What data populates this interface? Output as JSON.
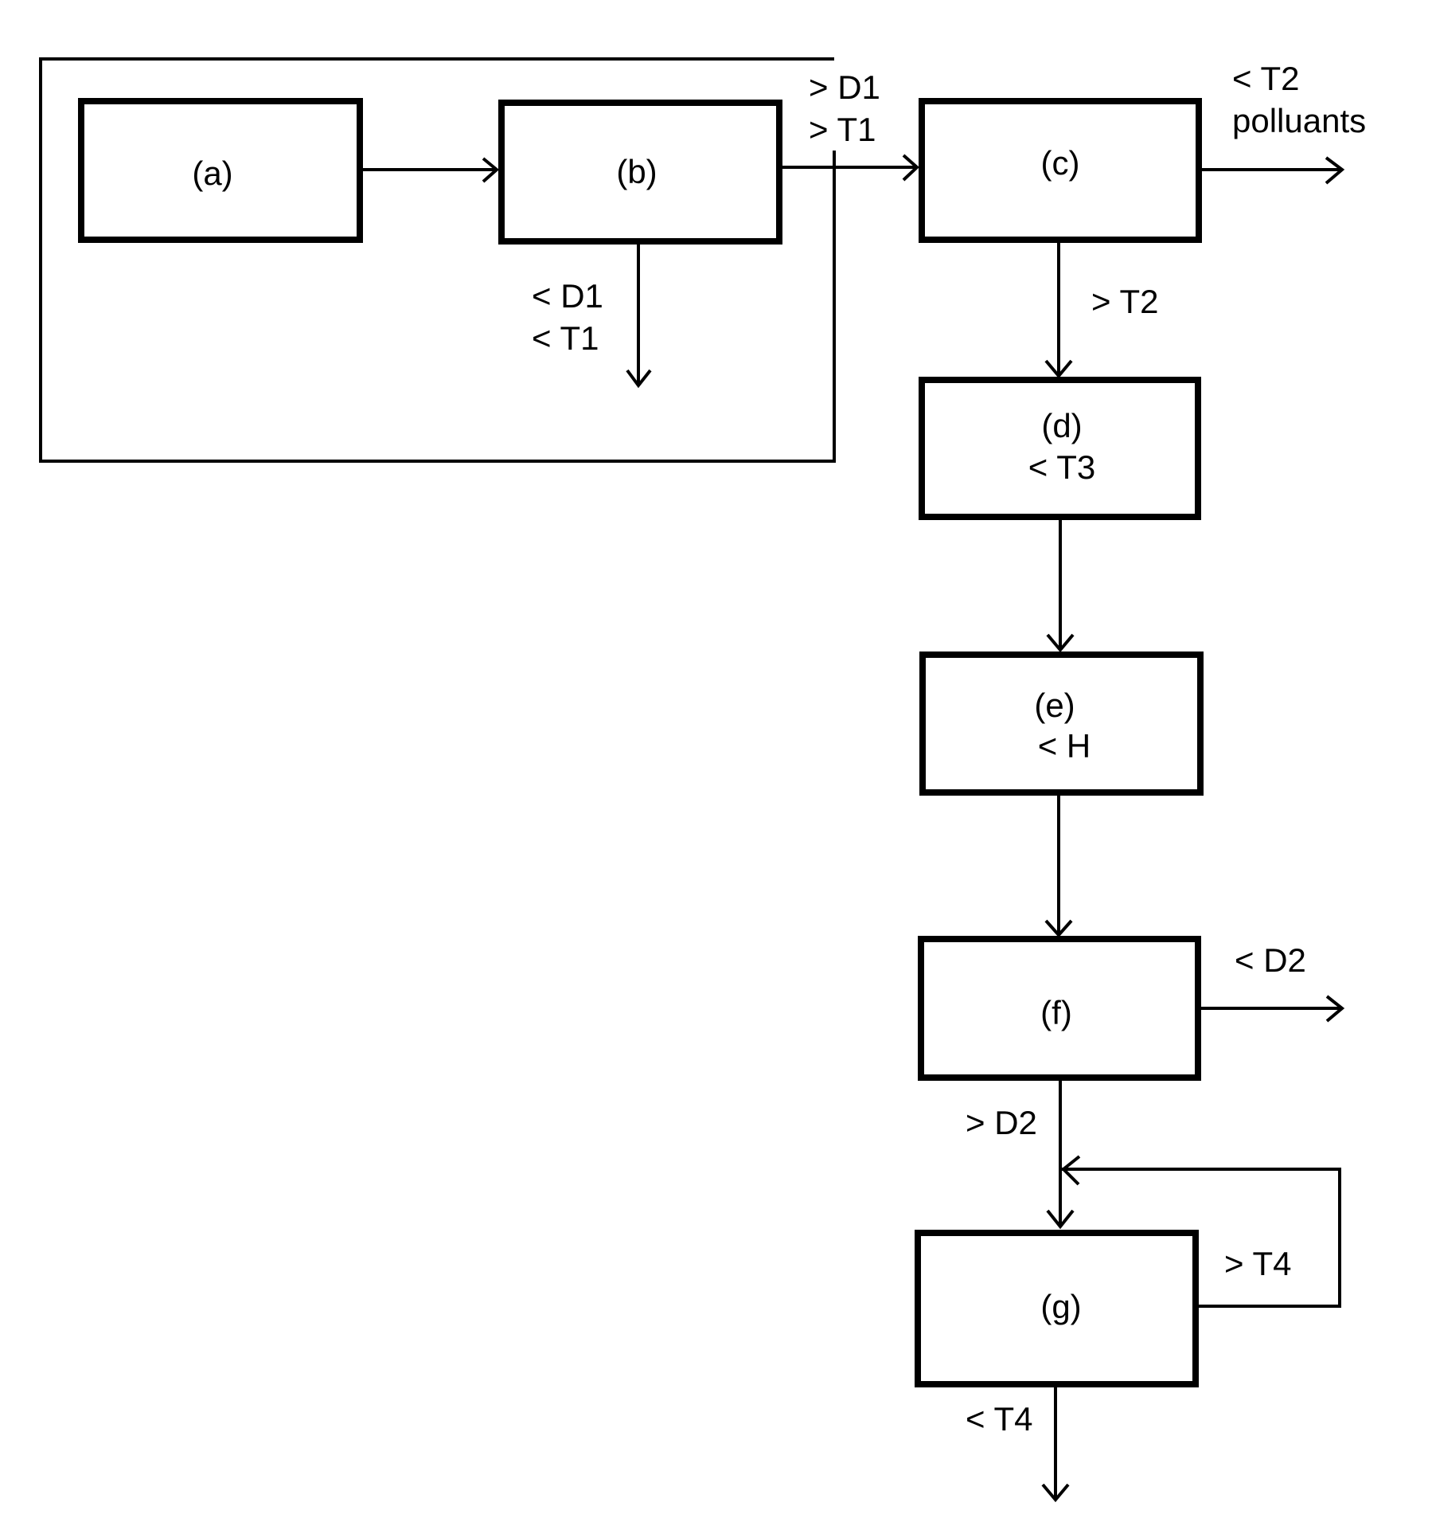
{
  "diagram": {
    "type": "process-flow",
    "colors": {
      "stroke": "#000000",
      "background": "#ffffff"
    },
    "group": {
      "label": "",
      "contains": [
        "a",
        "b"
      ]
    },
    "nodes": [
      {
        "id": "a",
        "lines": [
          "(a)"
        ]
      },
      {
        "id": "b",
        "lines": [
          "(b)"
        ]
      },
      {
        "id": "c",
        "lines": [
          "(c)"
        ]
      },
      {
        "id": "d",
        "lines": [
          "(d)",
          "< T3"
        ]
      },
      {
        "id": "e",
        "lines": [
          "(e)",
          "< H"
        ]
      },
      {
        "id": "f",
        "lines": [
          "(f)"
        ]
      },
      {
        "id": "g",
        "lines": [
          "(g)"
        ]
      }
    ],
    "edges": [
      {
        "id": "a-b",
        "from": "a",
        "to": "b",
        "labels": []
      },
      {
        "id": "b-out",
        "from": "b",
        "to": "",
        "labels": [
          "< D1",
          "< T1"
        ]
      },
      {
        "id": "b-c",
        "from": "b",
        "to": "c",
        "labels": [
          "> D1",
          "> T1"
        ]
      },
      {
        "id": "c-out",
        "from": "c",
        "to": "",
        "labels": [
          "< T2",
          "polluants"
        ]
      },
      {
        "id": "c-d",
        "from": "c",
        "to": "d",
        "labels": [
          "> T2"
        ]
      },
      {
        "id": "d-e",
        "from": "d",
        "to": "e",
        "labels": []
      },
      {
        "id": "e-f",
        "from": "e",
        "to": "f",
        "labels": []
      },
      {
        "id": "f-out",
        "from": "f",
        "to": "",
        "labels": [
          "< D2"
        ]
      },
      {
        "id": "f-g",
        "from": "f",
        "to": "g",
        "labels": [
          "> D2"
        ]
      },
      {
        "id": "g-recycle",
        "from": "g",
        "to": "g",
        "labels": [
          "> T4"
        ]
      },
      {
        "id": "g-out",
        "from": "g",
        "to": "",
        "labels": [
          "< T4"
        ]
      }
    ]
  }
}
